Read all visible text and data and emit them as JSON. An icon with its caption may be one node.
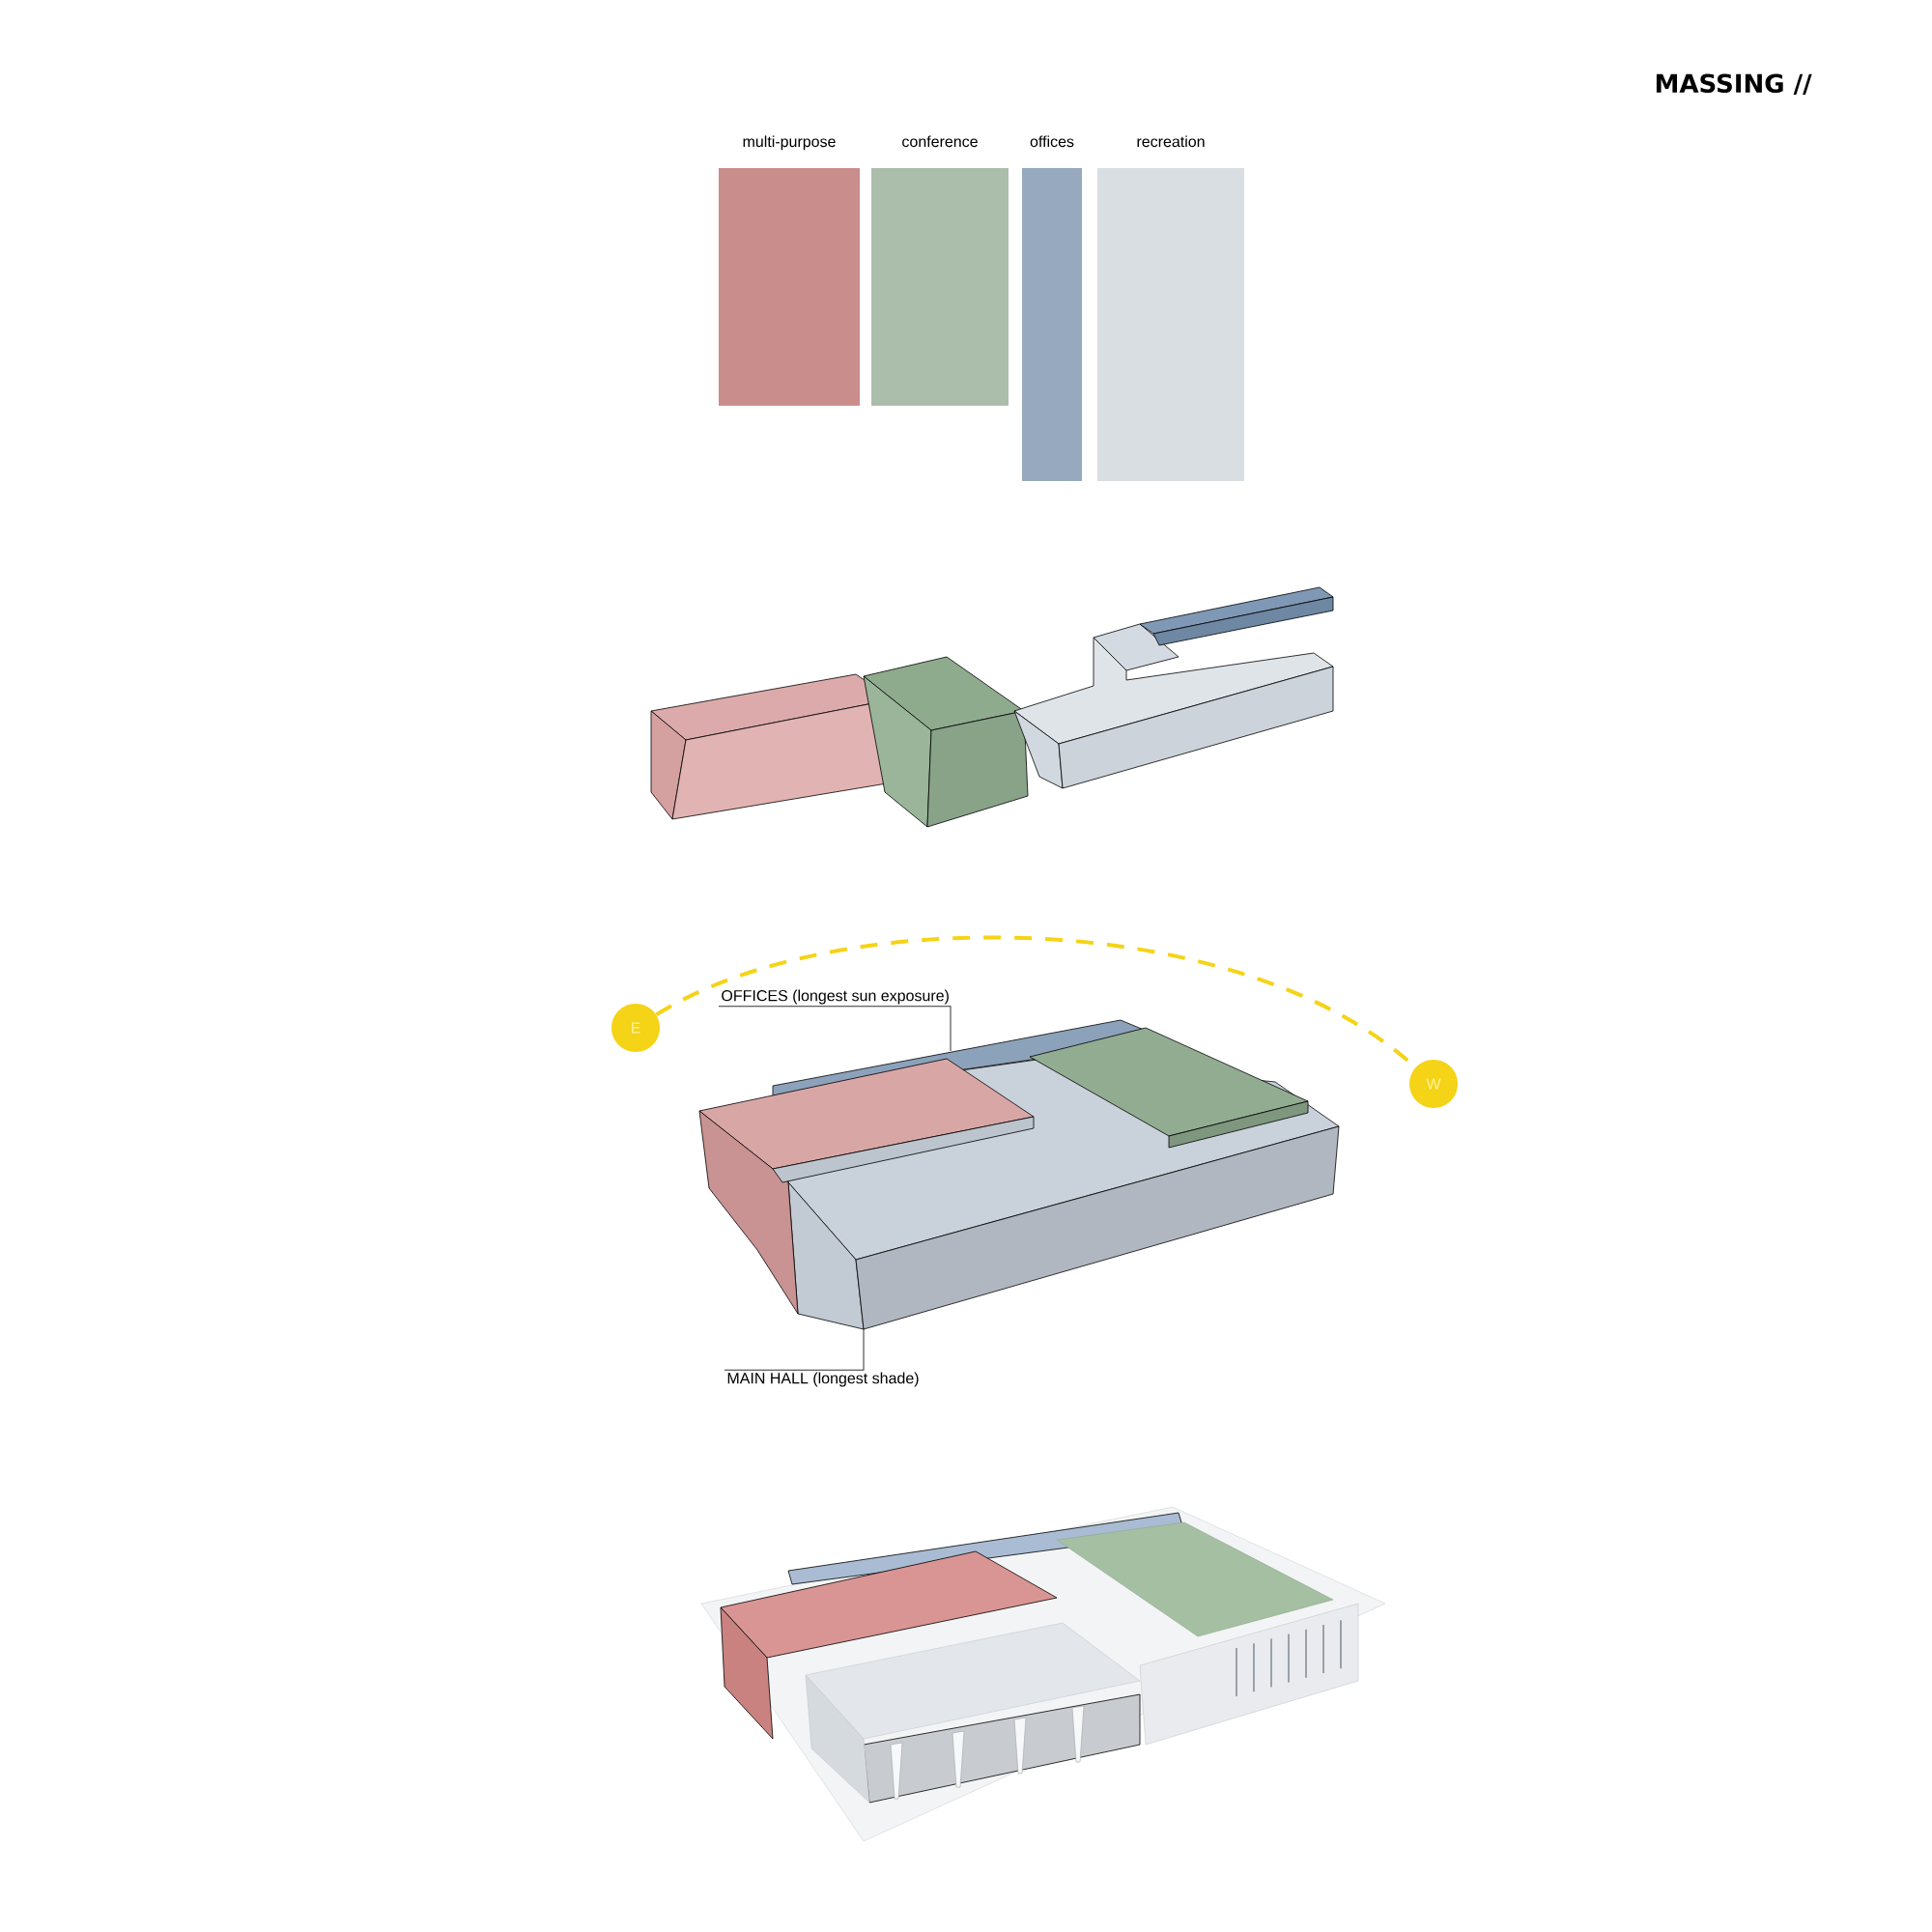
{
  "diagram": {
    "title": "MASSING //",
    "nodes": [
      {
        "text": [
          "E"
        ]
      },
      {
        "text": [
          "W"
        ]
      },
      {
        "text": [
          "OFFICES (longest sun exposure)"
        ]
      },
      {
        "text": [
          "MAIN HALL (longest shade)"
        ]
      },
      {
        "text": [],
        "shape": "box"
      },
      {
        "text": [],
        "shape": "box"
      }
    ],
    "edges": [
      {
        "from": 0,
        "to": 1,
        "arrow": "none",
        "style": "dashed",
        "color": "#f5d316"
      },
      {
        "from": 2,
        "to": 4,
        "arrow": "none"
      },
      {
        "from": 3,
        "to": 5,
        "arrow": "none"
      }
    ],
    "legend": [
      {
        "text": "multi-purpose",
        "color": "#c98d8c"
      },
      {
        "text": "conference",
        "color": "#abbdab"
      },
      {
        "text": "offices",
        "color": "#97a9bf"
      },
      {
        "text": "recreation",
        "color": "#d9dee3"
      }
    ]
  }
}
